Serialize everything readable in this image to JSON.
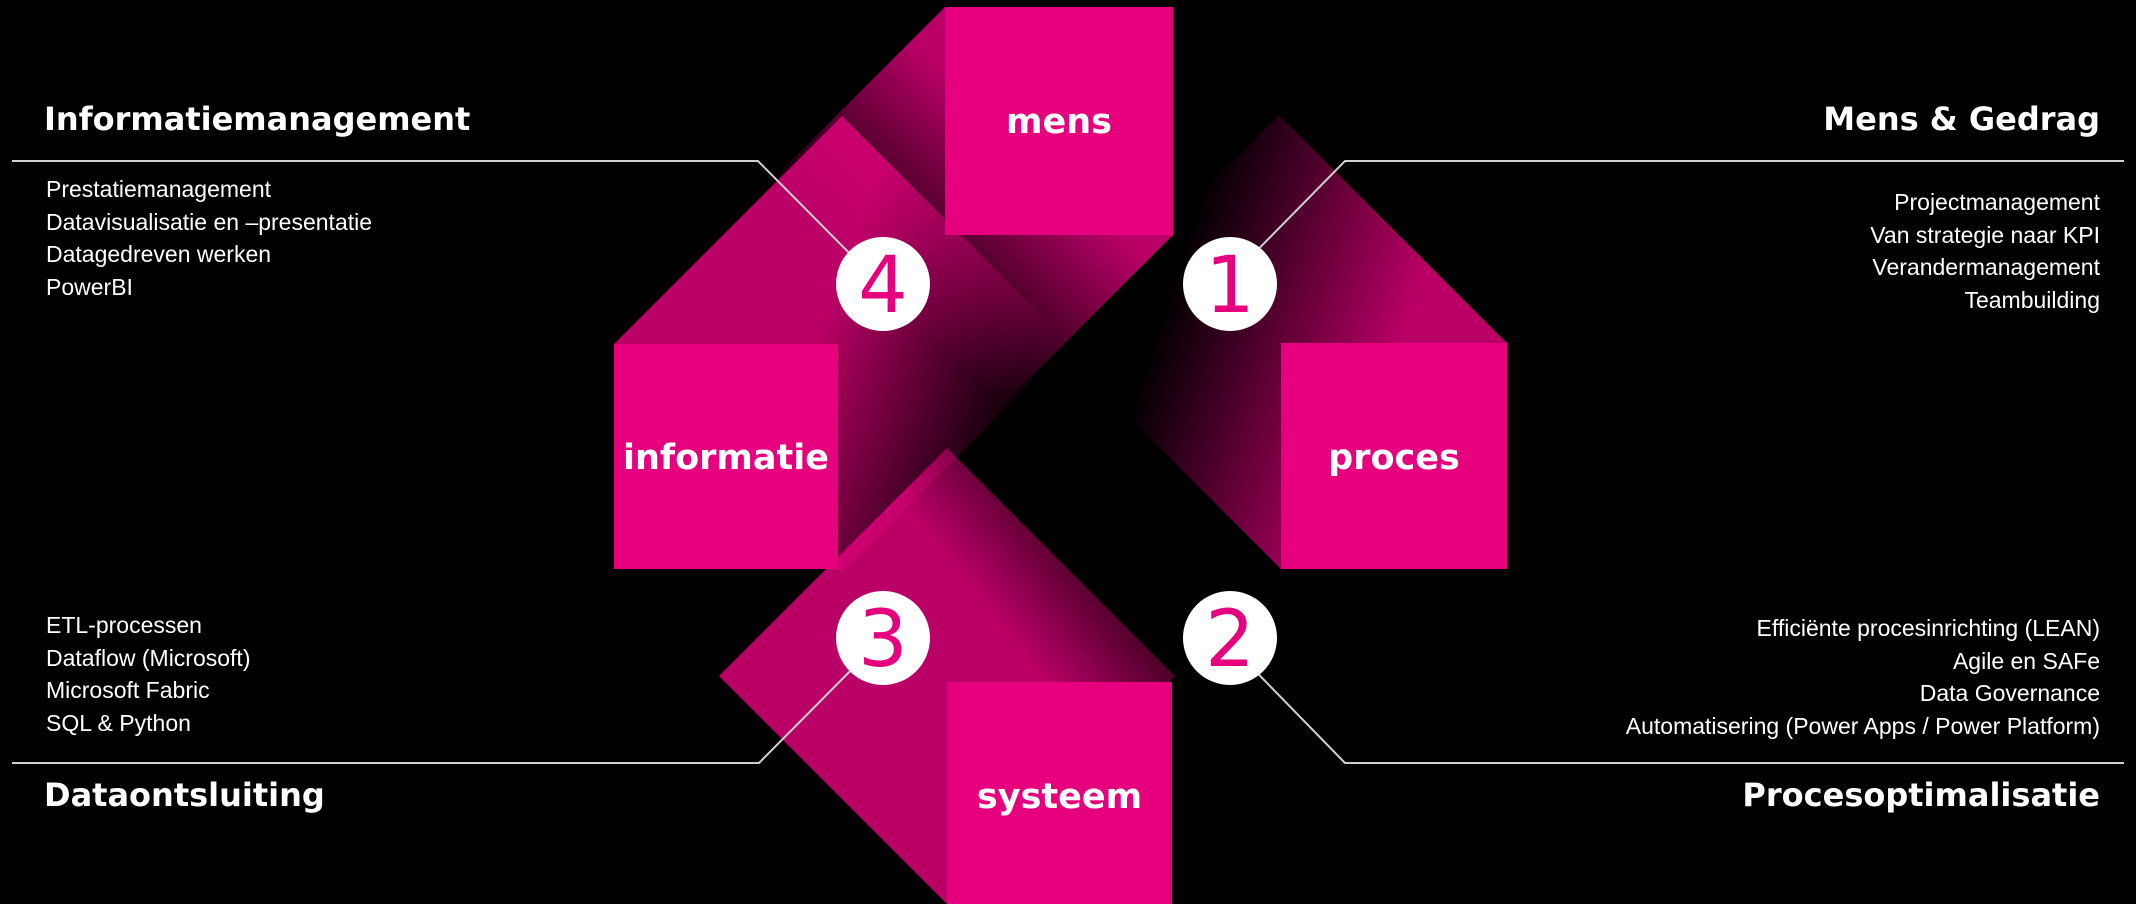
{
  "colors": {
    "accent": "#e6007e",
    "background": "#000000",
    "line": "#cfcfcf",
    "text": "#ffffff"
  },
  "boxes": {
    "mens": "mens",
    "proces": "proces",
    "systeem": "systeem",
    "informatie": "informatie"
  },
  "steps": {
    "one": "1",
    "two": "2",
    "three": "3",
    "four": "4"
  },
  "quadrants": {
    "top_left": {
      "title": "Informatiemanagement",
      "items": [
        "Prestatiemanagement",
        "Datavisualisatie en –presentatie",
        "Datagedreven werken",
        "PowerBI"
      ]
    },
    "top_right": {
      "title": "Mens & Gedrag",
      "items": [
        "Projectmanagement",
        "Van strategie naar KPI",
        "Verandermanagement",
        "Teambuilding"
      ]
    },
    "bottom_left": {
      "title": "Dataontsluiting",
      "items": [
        "ETL-processen",
        "Dataflow (Microsoft)",
        "Microsoft Fabric",
        "SQL & Python"
      ]
    },
    "bottom_right": {
      "title": "Procesoptimalisatie",
      "items": [
        "Efficiënte procesinrichting (LEAN)",
        "Agile en SAFe",
        "Data Governance",
        "Automatisering (Power Apps / Power Platform)"
      ]
    }
  }
}
